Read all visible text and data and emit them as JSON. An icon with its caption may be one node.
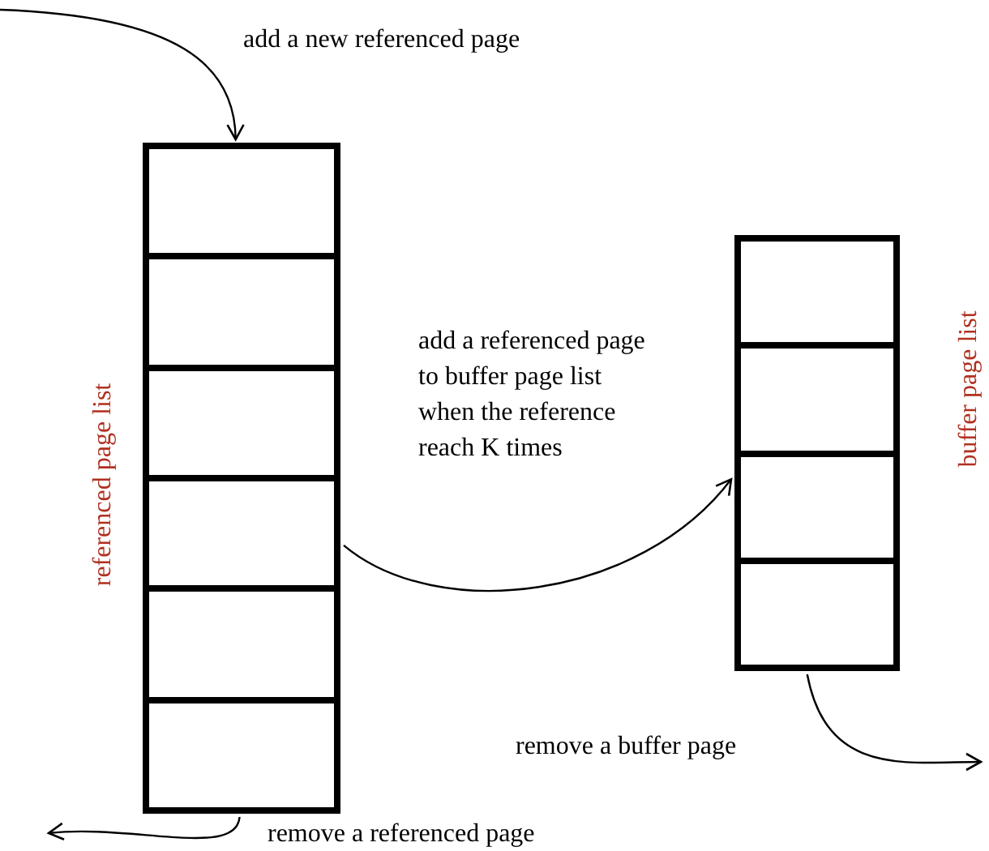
{
  "diagram": {
    "nodes": [
      {
        "text": [],
        "shape": "box",
        "beside": [
          "referenced page list"
        ]
      },
      {
        "text": [],
        "shape": "box",
        "in": 0
      },
      {
        "text": [],
        "shape": "box",
        "in": 0
      },
      {
        "text": [],
        "shape": "box",
        "in": 0
      },
      {
        "text": [],
        "shape": "box",
        "in": 0
      },
      {
        "text": [],
        "shape": "box",
        "in": 0
      },
      {
        "text": [],
        "shape": "box",
        "in": 0
      },
      {
        "text": [],
        "shape": "box",
        "beside": [
          "buffer page list"
        ]
      },
      {
        "text": [],
        "shape": "box",
        "in": 7
      },
      {
        "text": [],
        "shape": "box",
        "in": 7
      },
      {
        "text": [],
        "shape": "box",
        "in": 7
      },
      {
        "text": [],
        "shape": "box",
        "in": 7
      }
    ],
    "edges": [
      {
        "from": null,
        "to": 0,
        "arrow": "to",
        "label": "add a new referenced page"
      },
      {
        "from": 0,
        "to": 7,
        "arrow": "to",
        "label": "add a referenced page to buffer page list when the reference reach K times"
      },
      {
        "from": 7,
        "to": null,
        "arrow": "to",
        "label": "remove a buffer page"
      },
      {
        "from": 0,
        "to": null,
        "arrow": "to",
        "label": "remove a referenced page"
      }
    ]
  }
}
